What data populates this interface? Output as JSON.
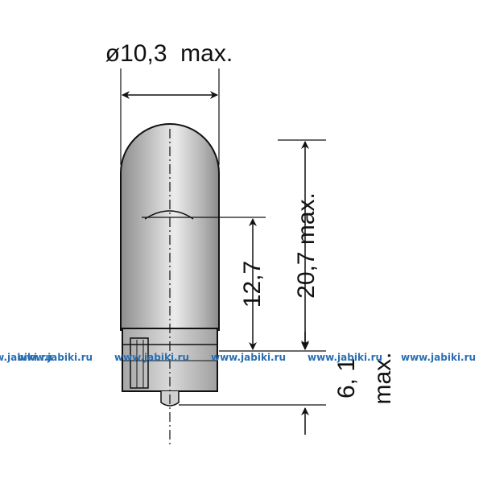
{
  "dimensions": {
    "diameter": "ø10,3  max.",
    "height_center": "12,7",
    "height_total": "20,7 max.",
    "base_depth": "6, 1",
    "base_depth_suffix": "max."
  },
  "watermark": {
    "text": "www.jabiki.ru",
    "color": "#2a6fb3"
  },
  "colors": {
    "line": "#111111",
    "bulb_fill": "#9e9e9e",
    "bulb_gradient_light": "#e6e6e6"
  }
}
